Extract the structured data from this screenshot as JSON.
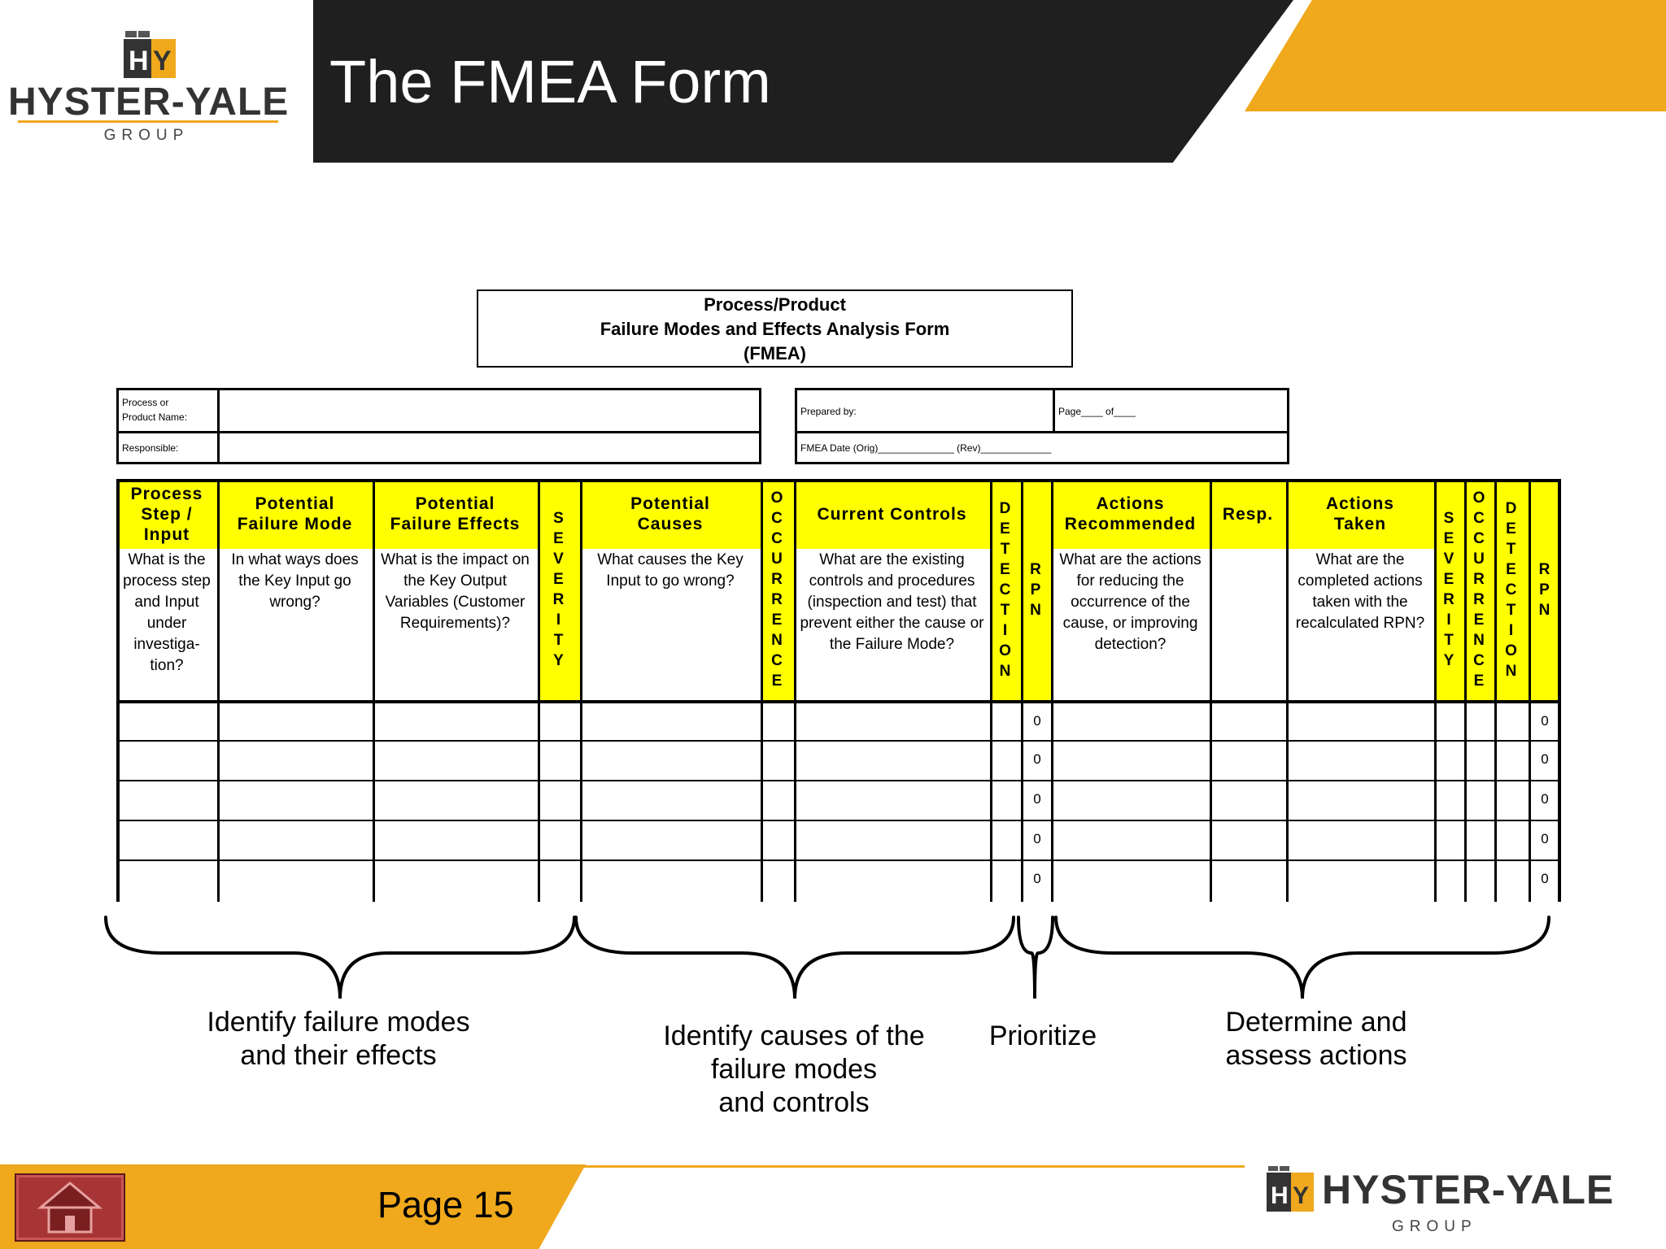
{
  "header": {
    "title": "The FMEA Form",
    "logo_word": "HYSTER-YALE",
    "logo_group": "GROUP",
    "accent_color": "#f0a81c",
    "bar_color": "#1f1f1f"
  },
  "form": {
    "title_lines": [
      "Process/Product",
      "Failure Modes and Effects Analysis Form",
      "(FMEA)"
    ],
    "left_info": {
      "process_label_1": "Process or",
      "process_label_2": "Product Name:",
      "responsible_label": "Responsible:"
    },
    "right_info": {
      "prepared_label": "Prepared by:",
      "page_label": "Page____ of____",
      "date_label": "FMEA Date (Orig)______________ (Rev)_____________"
    },
    "columns": [
      {
        "id": "process-step",
        "header": "Process\nStep /\nInput",
        "question": "What is the process step and Input under investiga-tion?"
      },
      {
        "id": "failure-mode",
        "header": "Potential\nFailure Mode",
        "question": "In what ways does the Key Input go wrong?"
      },
      {
        "id": "failure-effects",
        "header": "Potential\nFailure Effects",
        "question": "What is the impact on the Key Output Variables (Customer Requirements)?"
      },
      {
        "id": "severity",
        "header": "S\nE\nV\nE\nR\nI\nT\nY",
        "question": ""
      },
      {
        "id": "causes",
        "header": "Potential\nCauses",
        "question": "What causes the Key Input to go wrong?"
      },
      {
        "id": "occurrence",
        "header": "O\nC\nC\nU\nR\nR\nE\nN\nC\nE",
        "question": ""
      },
      {
        "id": "controls",
        "header": "Current Controls",
        "question": "What are the existing controls and procedures (inspection and test) that prevent either the cause or the Failure Mode?"
      },
      {
        "id": "detection",
        "header": "D\nE\nT\nE\nC\nT\nI\nO\nN",
        "question": ""
      },
      {
        "id": "rpn",
        "header": "R\nP\nN",
        "question": ""
      },
      {
        "id": "actions-recommended",
        "header": "Actions\nRecommended",
        "question": "What are the actions for reducing the occurrence of the cause, or improving detection?"
      },
      {
        "id": "resp",
        "header": "Resp.",
        "question": ""
      },
      {
        "id": "actions-taken",
        "header": "Actions\nTaken",
        "question": "What are the completed actions taken with the recalculated RPN?"
      },
      {
        "id": "severity-2",
        "header": "S\nE\nV\nE\nR\nI\nT\nY",
        "question": ""
      },
      {
        "id": "occurrence-2",
        "header": "O\nC\nC\nU\nR\nR\nE\nN\nC\nE",
        "question": ""
      },
      {
        "id": "detection-2",
        "header": "D\nE\nT\nE\nC\nT\nI\nO\nN",
        "question": ""
      },
      {
        "id": "rpn-2",
        "header": "R\nP\nN",
        "question": ""
      }
    ],
    "rpn_values": [
      "0",
      "0",
      "0",
      "0",
      "0"
    ],
    "rpn2_values": [
      "0",
      "0",
      "0",
      "0",
      "0"
    ]
  },
  "captions": {
    "group1": "Identify failure modes\nand their effects",
    "group2": "Identify causes of the\nfailure modes\nand controls",
    "group3": "Prioritize",
    "group4": "Determine and\nassess actions"
  },
  "footer": {
    "page_label": "Page 15",
    "home_icon": "home-icon",
    "logo_word": "HYSTER-YALE",
    "logo_group": "GROUP"
  }
}
